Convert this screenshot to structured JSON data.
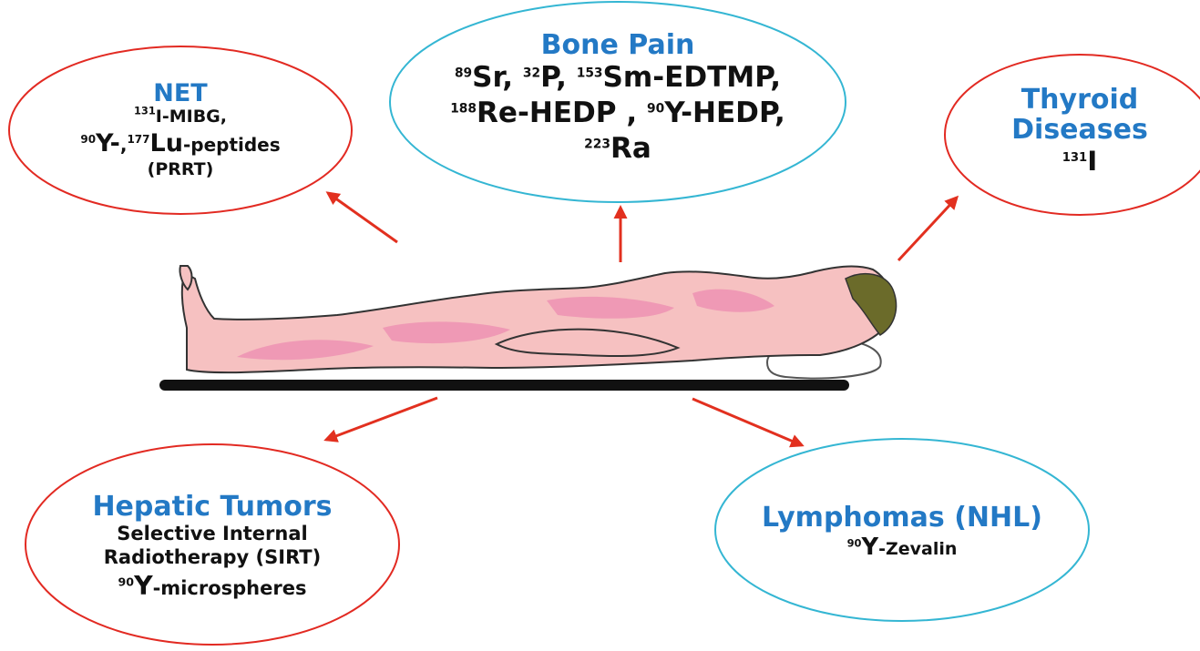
{
  "colors": {
    "title": "#2379c5",
    "red_outline": "#e22a22",
    "cyan_outline": "#34b6d3",
    "arrow": "#e2301f",
    "body_fill": "#f6c1c1",
    "body_highlight": "#ee8fb2",
    "table": "#111111",
    "hair": "#6b6b2a"
  },
  "bubbles": {
    "net": {
      "title": "NET",
      "l1_sup": "131",
      "l1_text": "I-MIBG,",
      "l2_sup1": "90",
      "l2_text1": "Y-",
      "l2_sep": ",",
      "l2_sup2": "177",
      "l2_text2": "Lu",
      "l2_text3": "-peptides",
      "l3": "(PRRT)"
    },
    "bone": {
      "title": "Bone Pain",
      "l1_sup1": "89",
      "l1_t1": "Sr, ",
      "l1_sup2": "32",
      "l1_t2": "P, ",
      "l1_sup3": "153",
      "l1_t3": "Sm-EDTMP,",
      "l2_sup1": "188",
      "l2_t1": "Re-HEDP , ",
      "l2_sup2": "90",
      "l2_t2": "Y-HEDP,",
      "l3_sup": "223",
      "l3_t": "Ra"
    },
    "thyroid": {
      "title1": "Thyroid",
      "title2": "Diseases",
      "sup": "131",
      "text": "I"
    },
    "hepatic": {
      "title": "Hepatic Tumors",
      "l1": "Selective Internal",
      "l2": "Radiotherapy (SIRT)",
      "l3_sup": "90",
      "l3_t1": "Y",
      "l3_t2": "-microspheres"
    },
    "lymphoma": {
      "title": "Lymphomas (NHL)",
      "sup": "90",
      "t1": "Y",
      "t2": "-Zevalin"
    }
  }
}
